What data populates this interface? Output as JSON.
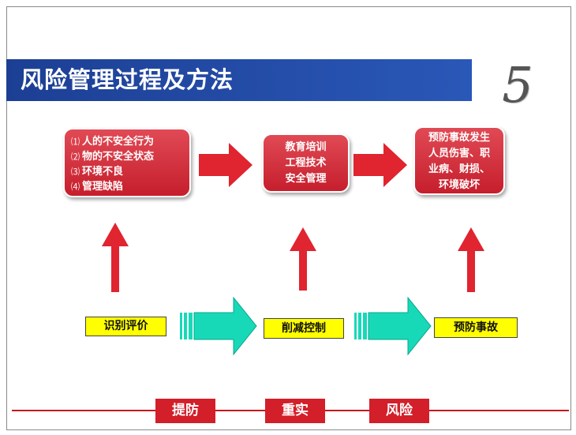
{
  "title": "风险管理过程及方法",
  "slide_number": "5",
  "boxes": {
    "risk_factors": [
      {
        "num": "⑴",
        "text": "人的不安全行为"
      },
      {
        "num": "⑵",
        "text": "物的不安全状态"
      },
      {
        "num": "⑶",
        "text": "环境不良"
      },
      {
        "num": "⑷",
        "text": "管理缺陷"
      }
    ],
    "measures": [
      "教育培训",
      "工程技术",
      "安全管理"
    ],
    "outcomes": [
      "预防事故发生",
      "人员伤害、职",
      "业病、财损、",
      "环境破坏"
    ]
  },
  "labels": {
    "identify": "识别评价",
    "control": "削减控制",
    "prevent": "预防事故"
  },
  "footer": {
    "tab1": "提防",
    "tab2": "重实",
    "tab3": "风险"
  },
  "colors": {
    "title_bar": "#1c3f94",
    "red": "#d21f2a",
    "cyan": "#17d9b8",
    "yellow": "#ffff00"
  }
}
